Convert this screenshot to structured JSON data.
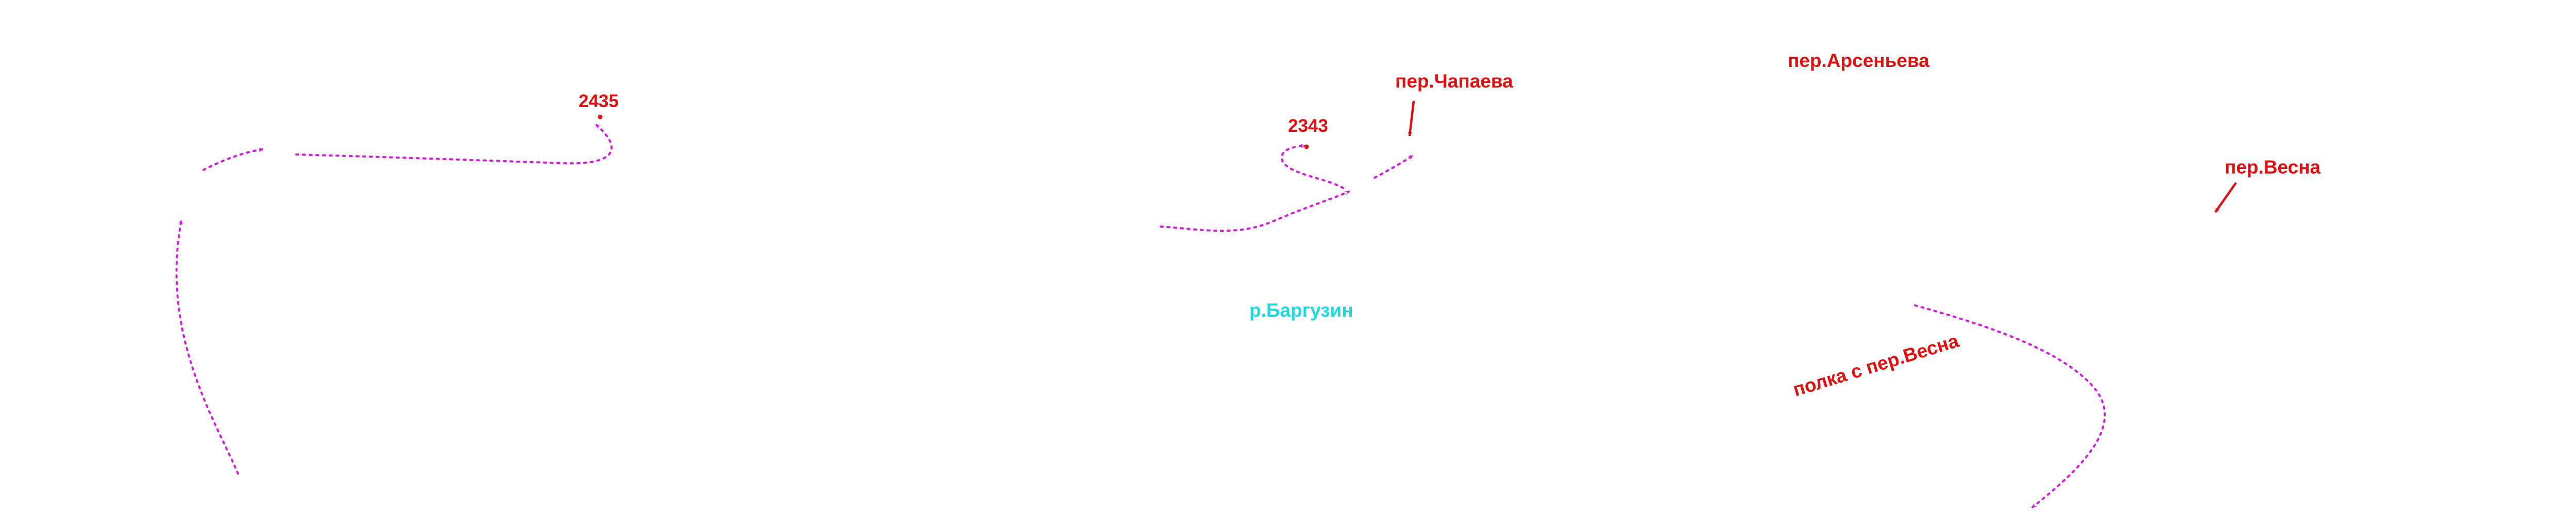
{
  "colors": {
    "route": "#d21cdc",
    "label": "#dd1111",
    "river": "#22d8e0",
    "background": "#ffffff"
  },
  "labels": {
    "peak_2435": "2435",
    "peak_2343": "2343",
    "pass_chapaeva": "пер.Чапаева",
    "pass_arsenyeva": "пер.Арсеньева",
    "pass_vesna": "пер.Весна",
    "shelf_vesna": "полка с пер.Весна",
    "river_barguzin": "р.Баргузин"
  },
  "icons": {
    "route_arrow": "route-direction-arrow-icon",
    "summit": "summit-dot-icon",
    "pointer": "pointer-arrow-icon"
  }
}
